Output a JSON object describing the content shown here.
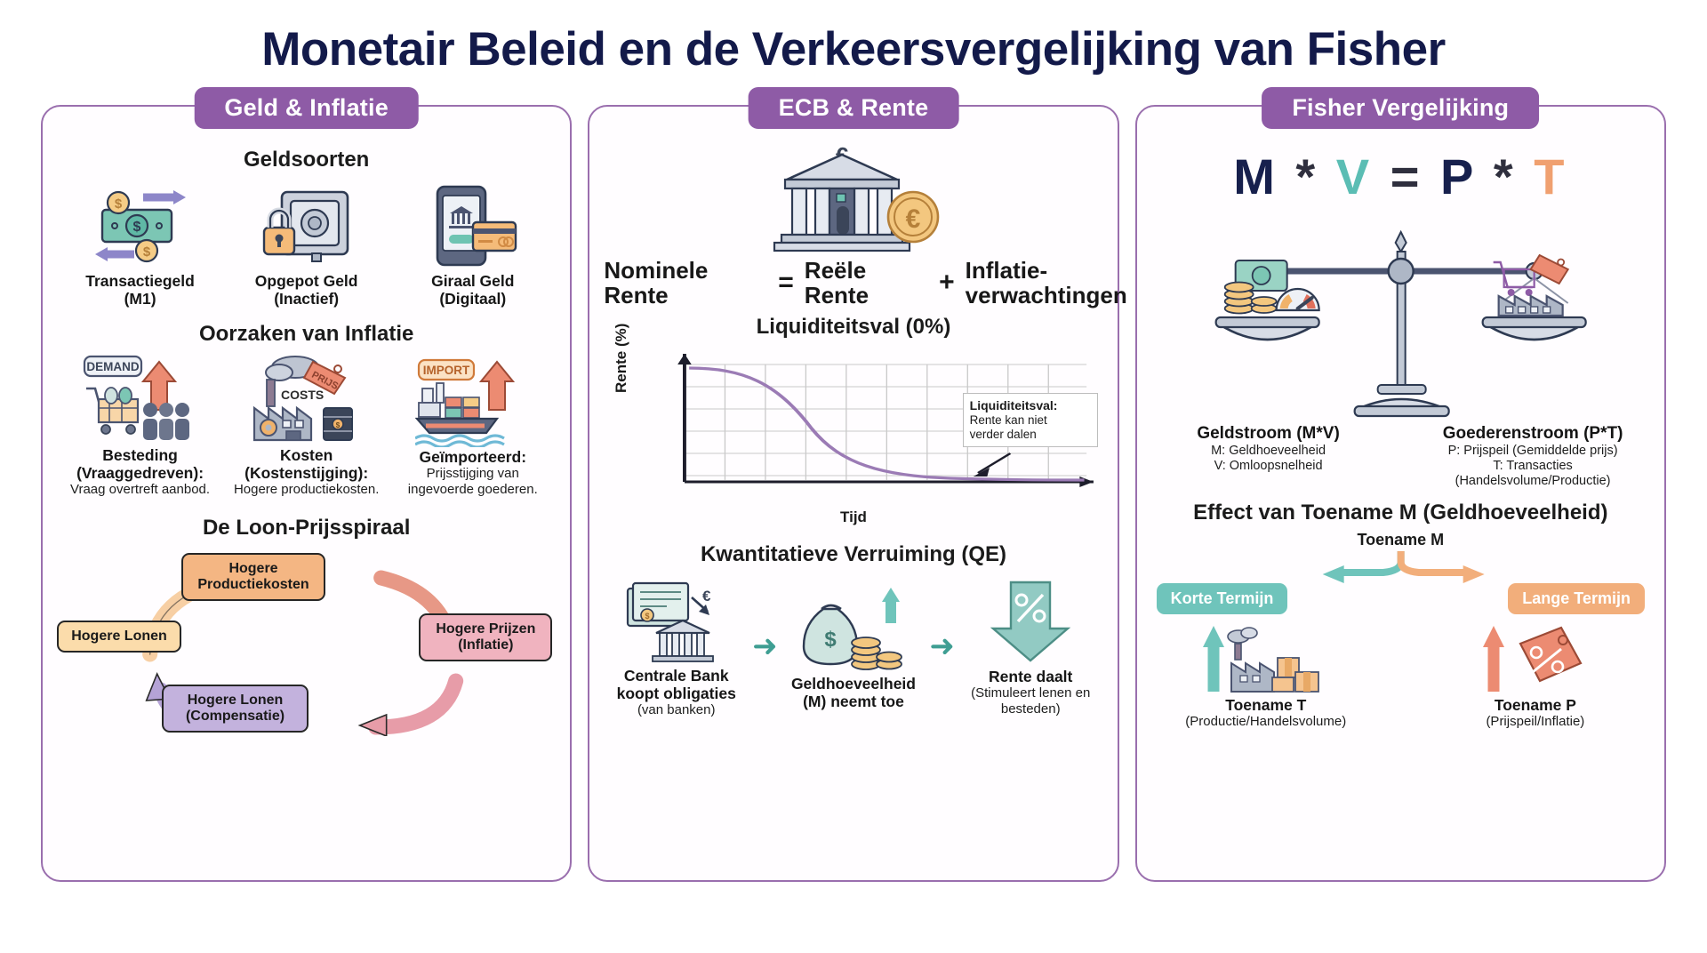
{
  "title": "Monetair Beleid en de Verkeersvergelijking van Fisher",
  "panel1": {
    "header": "Geld & Inflatie",
    "section_money": "Geldsoorten",
    "money_types": [
      {
        "icon": "banknote-exchange-icon",
        "label": "Transactiegeld",
        "sub": "(M1)"
      },
      {
        "icon": "safe-lock-icon",
        "label": "Opgepot Geld",
        "sub": "(Inactief)"
      },
      {
        "icon": "smartphone-card-icon",
        "label": "Giraal Geld",
        "sub": "(Digitaal)"
      }
    ],
    "section_inflation": "Oorzaken van Inflatie",
    "inflation_causes": [
      {
        "badge": "DEMAND",
        "icon": "shopping-cart-people-icon",
        "label": "Besteding",
        "sub": "(Vraaggedreven):",
        "desc": "Vraag overtreft aanbod."
      },
      {
        "badge": "COSTS",
        "icon": "factory-barrel-icon",
        "label": "Kosten",
        "sub": "(Kostenstijging):",
        "desc": "Hogere productiekosten."
      },
      {
        "badge": "IMPORT",
        "icon": "cargo-ship-icon",
        "label": "Geïmporteerd:",
        "sub": "Prijsstijging van",
        "desc": "ingevoerde goederen."
      }
    ],
    "section_spiral": "De Loon-Prijsspiraal",
    "spiral": {
      "production_costs": "Hogere Productiekosten",
      "higher_prices": "Hogere Prijzen (Inflatie)",
      "higher_wages_comp": "Hogere Lonen (Compensatie)",
      "higher_wages": "Hogere Lonen"
    }
  },
  "panel2": {
    "header": "ECB & Rente",
    "bank_icon": "ecb-bank-euro-icon",
    "equation": {
      "term1": "Nominele Rente",
      "eq": "=",
      "term2": "Reële Rente",
      "plus": "+",
      "term3": "Inflatie-verwachtingen"
    },
    "chart_title": "Liquiditeitsval (0%)",
    "annotation": {
      "title": "Liquiditeitsval:",
      "line1": "Rente kan niet",
      "line2": "verder dalen"
    },
    "section_qe": "Kwantitatieve Verruiming (QE)",
    "qe_steps": [
      {
        "icon": "bond-bank-icon",
        "label": "Centrale Bank koopt obligaties",
        "sub": "(van banken)"
      },
      {
        "icon": "money-bag-coins-icon",
        "label": "Geldhoeveelheid (M) neemt toe",
        "sub": ""
      },
      {
        "icon": "percent-down-arrow-icon",
        "label": "Rente daalt",
        "sub": "(Stimuleert lenen en besteden)"
      }
    ]
  },
  "panel3": {
    "header": "Fisher Vergelijking",
    "equation_parts": [
      "M",
      "*",
      "V",
      "=",
      "P",
      "*",
      "T"
    ],
    "scale_icon": "balance-scale-icon",
    "left_pan": {
      "title": "Geldstroom (M*V)",
      "lines": [
        "M: Geldhoeveelheid",
        "V: Omloopsnelheid"
      ],
      "icon": "money-speedometer-icon"
    },
    "right_pan": {
      "title": "Goederenstroom (P*T)",
      "lines": [
        "P: Prijspeil (Gemiddelde prijs)",
        "T: Transacties",
        "(Handelsvolume/Productie)"
      ],
      "icon": "cart-factory-tag-icon"
    },
    "section_effect": "Effect van Toename M (Geldhoeveelheid)",
    "effect_source": "Toename M",
    "short_term": {
      "pill": "Korte Termijn",
      "icon": "factory-boxes-up-icon",
      "label": "Toename T",
      "sub": "(Productie/Handelsvolume)"
    },
    "long_term": {
      "pill": "Lange Termijn",
      "icon": "price-tag-percent-up-icon",
      "label": "Toename P",
      "sub": "(Prijspeil/Inflatie)"
    }
  },
  "chart_data": {
    "type": "line",
    "title": "Liquiditeitsval (0%)",
    "xlabel": "Tijd",
    "ylabel": "Rente (%)",
    "grid": true,
    "x": [
      0,
      1,
      2,
      3,
      4,
      5,
      6,
      7,
      8,
      9,
      10
    ],
    "values": [
      100,
      97,
      88,
      70,
      48,
      30,
      18,
      10,
      6,
      4,
      3
    ],
    "ylim": [
      0,
      110
    ],
    "xlim": [
      0,
      10
    ],
    "series_color": "#9b7bb5",
    "annotations": [
      "Liquiditeitsval: Rente kan niet verder dalen"
    ]
  },
  "colors": {
    "title": "#131a4a",
    "panel_border": "#9a6fae",
    "header_badge": "#8e5ba6",
    "teal": "#5bbdb4",
    "orange": "#f0a070",
    "purple_line": "#9b7bb5"
  }
}
